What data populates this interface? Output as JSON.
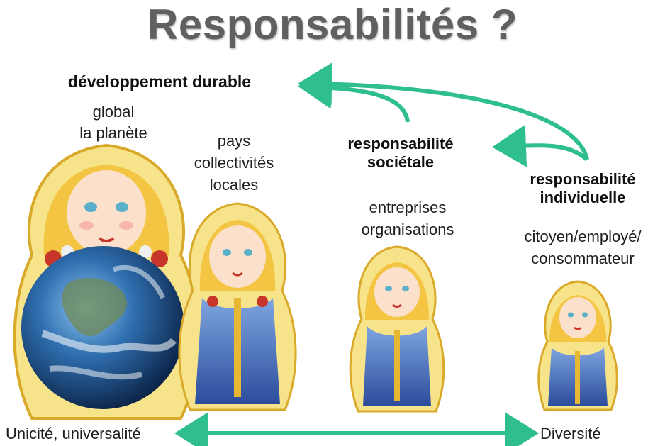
{
  "title": "Responsabilités ?",
  "levels": [
    {
      "heading": "développement durable",
      "lines": [
        "global",
        "la planète"
      ]
    },
    {
      "heading": "",
      "lines": [
        "pays",
        "collectivités",
        "locales"
      ]
    },
    {
      "heading_lines": [
        "responsabilité",
        "sociétale"
      ],
      "lines": [
        "entreprises",
        "organisations"
      ]
    },
    {
      "heading_lines": [
        "responsabilité",
        "individuelle"
      ],
      "lines": [
        "citoyen/employé/",
        "consommateur"
      ]
    }
  ],
  "axis": {
    "left_label": "Unicité, universalité",
    "right_label": "Diversité"
  },
  "colors": {
    "title": "#5f6062",
    "arrow": "#2fbf8f",
    "doll_gold": "#e8b734",
    "doll_red": "#c8362a",
    "doll_blue": "#3d6fc3",
    "earth_blue": "#2f6fb0"
  }
}
